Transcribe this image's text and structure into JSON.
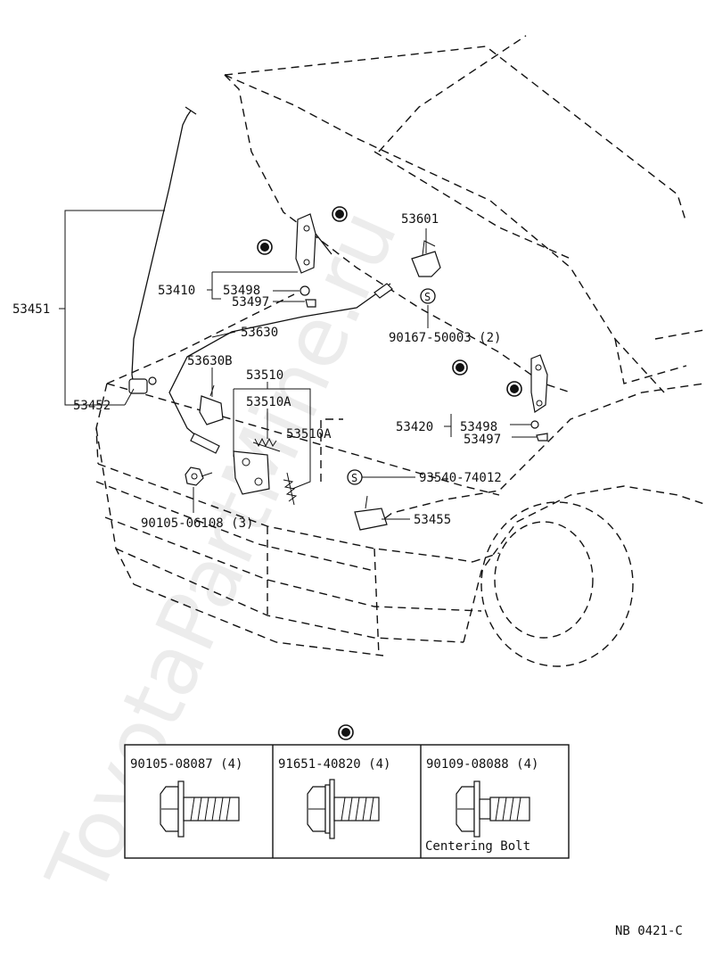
{
  "watermark": "ToyotaPartMine.ru",
  "diagram_code": "NB 0421-C",
  "callouts": {
    "c53451": "53451",
    "c53452": "53452",
    "c53410": "53410",
    "c53498a": "53498",
    "c53497a": "53497",
    "c53630": "53630",
    "c53630B": "53630B",
    "c53510": "53510",
    "c53510A_1": "53510A",
    "c53510A_2": "53510A",
    "c90105_06108": "90105-06108 (3)",
    "c53601": "53601",
    "c90167": "90167-50003 (2)",
    "c53420": "53420",
    "c53498b": "53498",
    "c53497b": "53497",
    "c93540": "93540-74012",
    "c53455": "53455",
    "s_mark_1": "S",
    "s_mark_2": "S"
  },
  "fastener_table": {
    "cells": [
      {
        "part": "90105-08087 (4)",
        "note": ""
      },
      {
        "part": "91651-40820 (4)",
        "note": ""
      },
      {
        "part": "90109-08088 (4)",
        "note": "Centering Bolt"
      }
    ]
  }
}
